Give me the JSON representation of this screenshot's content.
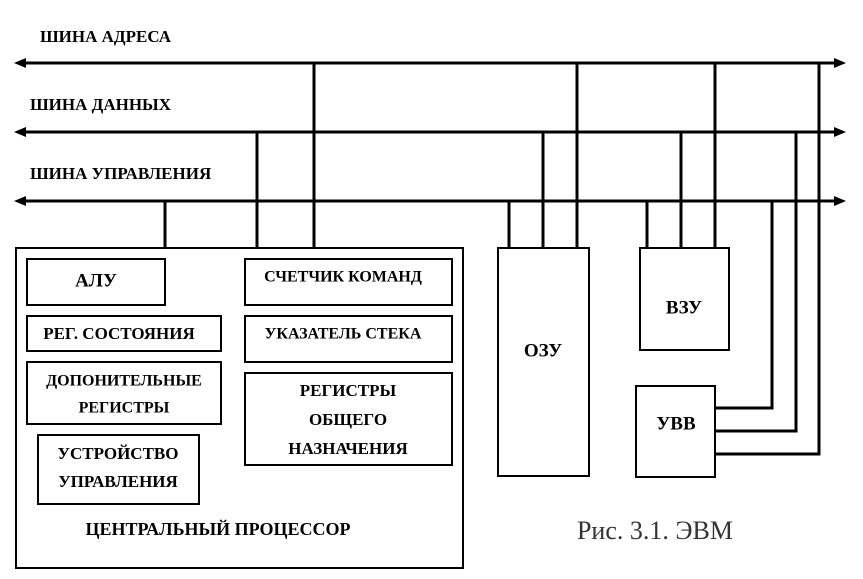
{
  "buses": {
    "address": "ШИНА АДРЕСА",
    "data": "ШИНА ДАННЫХ",
    "control": "ШИНА УПРАВЛЕНИЯ"
  },
  "cpu": {
    "title": "ЦЕНТРАЛЬНЫЙ ПРОЦЕССОР",
    "alu": "АЛУ",
    "status_register": "РЕГ. СОСТОЯНИЯ",
    "extra_registers_line1": "ДОПОНИТЕЛЬНЫЕ",
    "extra_registers_line2": "РЕГИСТРЫ",
    "control_unit_line1": "УСТРОЙСТВО",
    "control_unit_line2": "УПРАВЛЕНИЯ",
    "program_counter": "СЧЕТЧИК КОМАНД",
    "stack_pointer": "УКАЗАТЕЛЬ СТЕКА",
    "gpr_line1": "РЕГИСТРЫ",
    "gpr_line2": "ОБЩЕГО",
    "gpr_line3": "НАЗНАЧЕНИЯ"
  },
  "ram": "ОЗУ",
  "storage": "ВЗУ",
  "io": "УВВ",
  "caption": "Рис. 3.1. ЭВМ"
}
